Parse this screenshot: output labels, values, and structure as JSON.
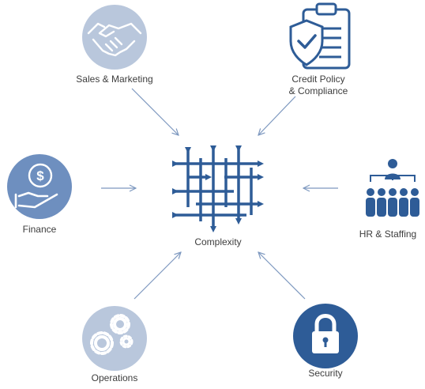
{
  "center": {
    "label": "Complexity",
    "icon": "maze-arrows-icon"
  },
  "nodes": [
    {
      "id": "sales",
      "label": "Sales & Marketing",
      "icon": "handshake-icon"
    },
    {
      "id": "credit",
      "label_line1": "Credit Policy",
      "label_line2": "& Compliance",
      "icon": "shield-clipboard-icon"
    },
    {
      "id": "finance",
      "label": "Finance",
      "icon": "hand-dollar-coin-icon"
    },
    {
      "id": "hr",
      "label": "HR & Staffing",
      "icon": "people-org-icon"
    },
    {
      "id": "operations",
      "label": "Operations",
      "icon": "gears-icon"
    },
    {
      "id": "security",
      "label": "Security",
      "icon": "padlock-icon"
    }
  ],
  "colors": {
    "dark_blue": "#2e5c97",
    "mid_blue": "#6e8fbf",
    "light_blue": "#b9c7dc",
    "arrow": "#7d98bf",
    "text": "#3d3d3d"
  }
}
